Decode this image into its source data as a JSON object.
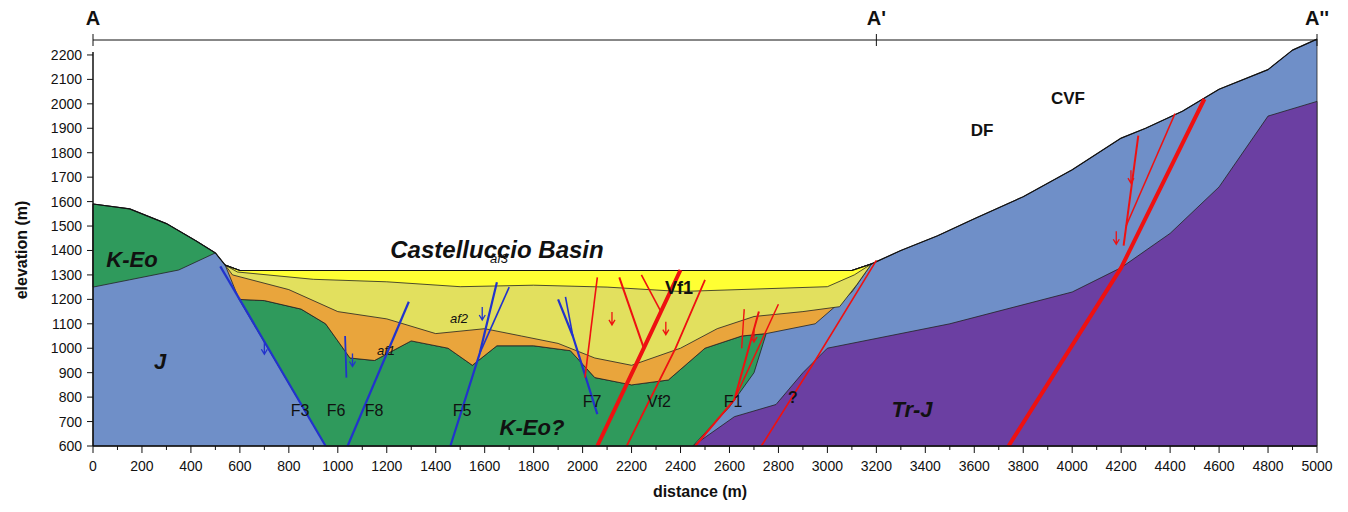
{
  "diagram": {
    "labels": [
      "A",
      "A'",
      "A''",
      "2200",
      "2100",
      "2000",
      "1900",
      "1800",
      "1700",
      "1600",
      "1500",
      "1400",
      "1300",
      "1200",
      "1100",
      "1000",
      "900",
      "800",
      "700",
      "600",
      "elevation (m)",
      "0",
      "200",
      "400",
      "600",
      "800",
      "1000",
      "1200",
      "1400",
      "1600",
      "1800",
      "2000",
      "2200",
      "2400",
      "2600",
      "2800",
      "3000",
      "3200",
      "3400",
      "3600",
      "3800",
      "4000",
      "4200",
      "4400",
      "4600",
      "4800",
      "5000",
      "distance (m)",
      "K-Eo",
      "J",
      "Castelluccio Basin",
      "Vf1",
      "af3",
      "af2",
      "af1",
      "F3",
      "F6",
      "F8",
      "F5",
      "F7",
      "Vf2",
      "F1",
      "?",
      "K-Eo?",
      "Tr-J",
      "DF",
      "CVF"
    ]
  }
}
